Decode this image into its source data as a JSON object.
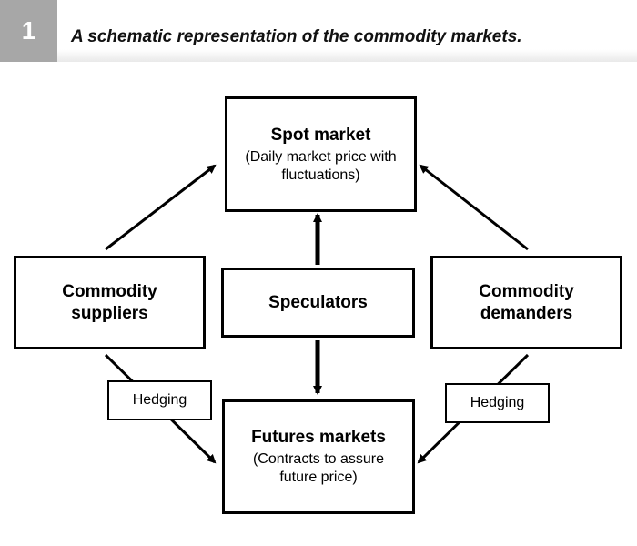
{
  "header": {
    "figure_number": "1",
    "caption": "A schematic representation of the commodity markets."
  },
  "nodes": {
    "spot": {
      "title": "Spot market",
      "subtitle": "(Daily market price with fluctuations)"
    },
    "suppliers": {
      "title": "Commodity suppliers"
    },
    "speculators": {
      "title": "Speculators"
    },
    "demanders": {
      "title": "Commodity demanders"
    },
    "futures": {
      "title": "Futures markets",
      "subtitle": "(Contracts to assure future price)"
    }
  },
  "edge_labels": {
    "left_hedging": "Hedging",
    "right_hedging": "Hedging"
  },
  "edges": [
    {
      "from": "suppliers",
      "to": "spot"
    },
    {
      "from": "demanders",
      "to": "spot"
    },
    {
      "from": "speculators",
      "to": "spot"
    },
    {
      "from": "speculators",
      "to": "futures"
    },
    {
      "from": "suppliers",
      "to": "futures",
      "label": "left_hedging"
    },
    {
      "from": "demanders",
      "to": "futures",
      "label": "right_hedging"
    }
  ],
  "colors": {
    "header_tab": "#a7a7a7",
    "stroke": "#000000"
  }
}
